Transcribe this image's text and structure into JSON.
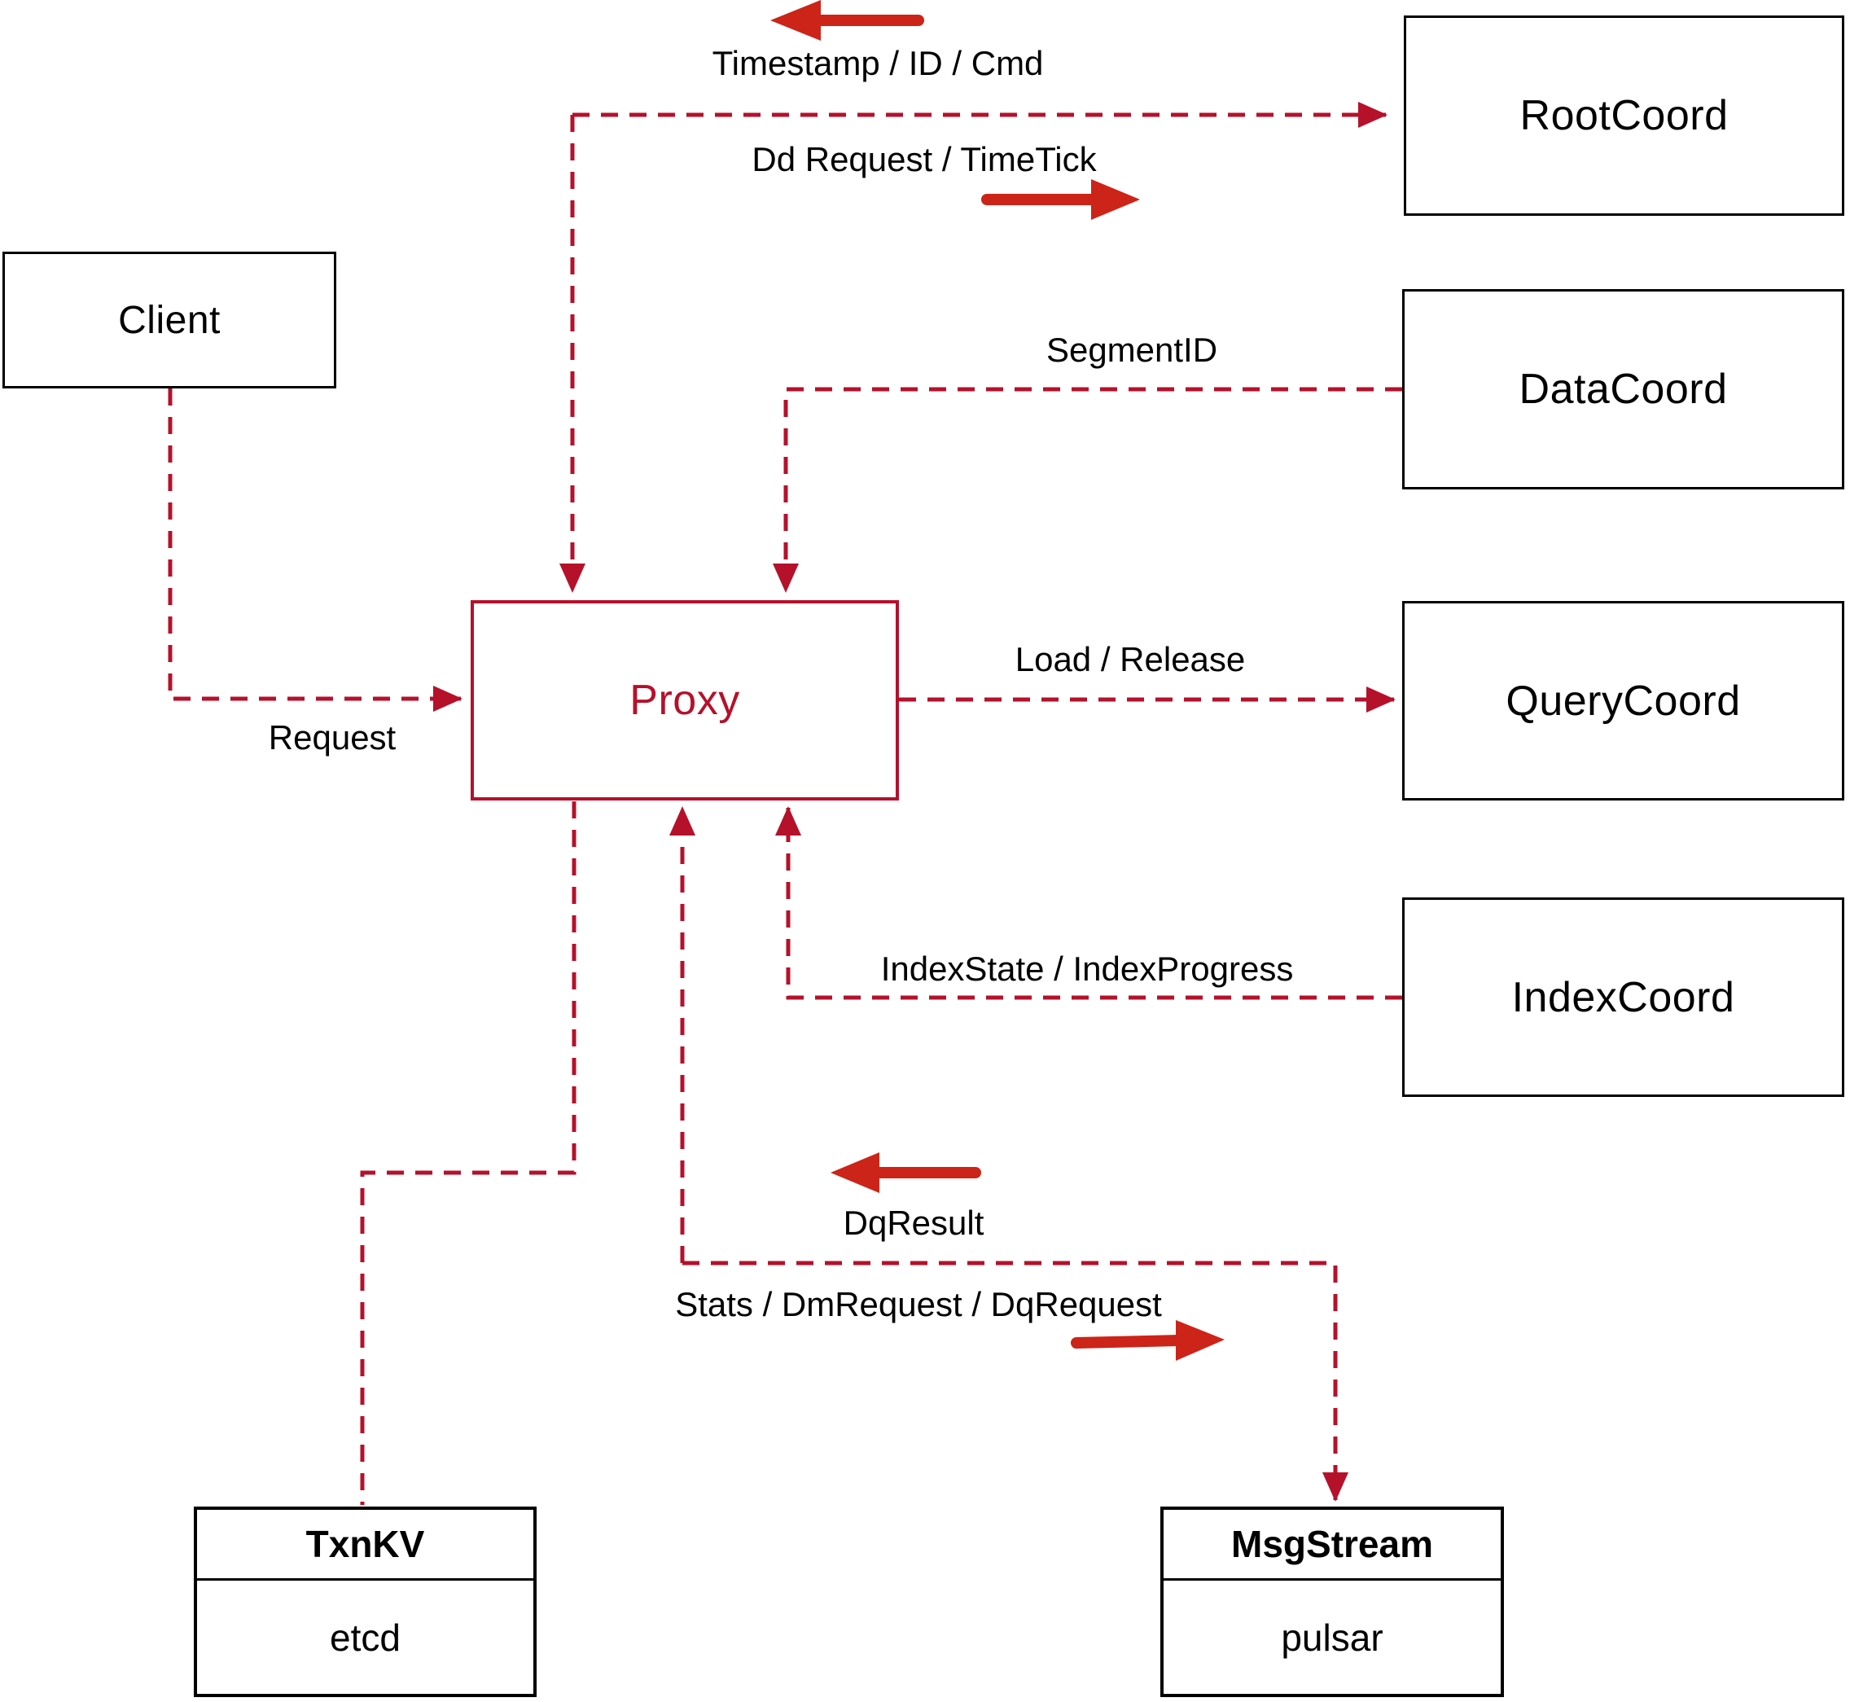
{
  "diagram": {
    "title_hint": "Proxy architecture diagram",
    "nodes": {
      "client": {
        "label": "Client"
      },
      "root_coord": {
        "label": "RootCoord"
      },
      "data_coord": {
        "label": "DataCoord"
      },
      "query_coord": {
        "label": "QueryCoord"
      },
      "index_coord": {
        "label": "IndexCoord"
      },
      "proxy": {
        "label": "Proxy"
      },
      "txn_kv": {
        "title": "TxnKV",
        "impl": "etcd"
      },
      "msg_stream": {
        "title": "MsgStream",
        "impl": "pulsar"
      }
    },
    "edge_labels": {
      "timestamp_id_cmd": "Timestamp / ID / Cmd",
      "dd_request_timetick": "Dd Request / TimeTick",
      "segment_id": "SegmentID",
      "load_release": "Load / Release",
      "request": "Request",
      "index_state_progress": "IndexState / IndexProgress",
      "dq_result": "DqResult",
      "stats_dm_dq_request": "Stats / DmRequest / DqRequest"
    },
    "edges": [
      {
        "from": "proxy",
        "to": "root_coord",
        "label": "Dd Request / TimeTick",
        "reverse_label": "Timestamp / ID / Cmd",
        "style": "dashed"
      },
      {
        "from": "data_coord",
        "to": "proxy",
        "label": "SegmentID",
        "style": "dashed"
      },
      {
        "from": "client",
        "to": "proxy",
        "label": "Request",
        "style": "dashed"
      },
      {
        "from": "proxy",
        "to": "query_coord",
        "label": "Load / Release",
        "style": "dashed"
      },
      {
        "from": "index_coord",
        "to": "proxy",
        "label": "IndexState / IndexProgress",
        "style": "dashed"
      },
      {
        "from": "proxy",
        "to": "msg_stream",
        "label": "Stats / DmRequest / DqRequest",
        "reverse_label": "DqResult",
        "style": "dashed",
        "bidirectional": true
      },
      {
        "from": "proxy",
        "to": "txn_kv",
        "label": "",
        "style": "dashed"
      }
    ],
    "colors": {
      "dashed_line": "#b5112b",
      "thick_arrow": "#cc2418",
      "box_border": "#000000",
      "proxy_accent": "#b5112b",
      "text": "#000000",
      "background": "#ffffff"
    }
  }
}
